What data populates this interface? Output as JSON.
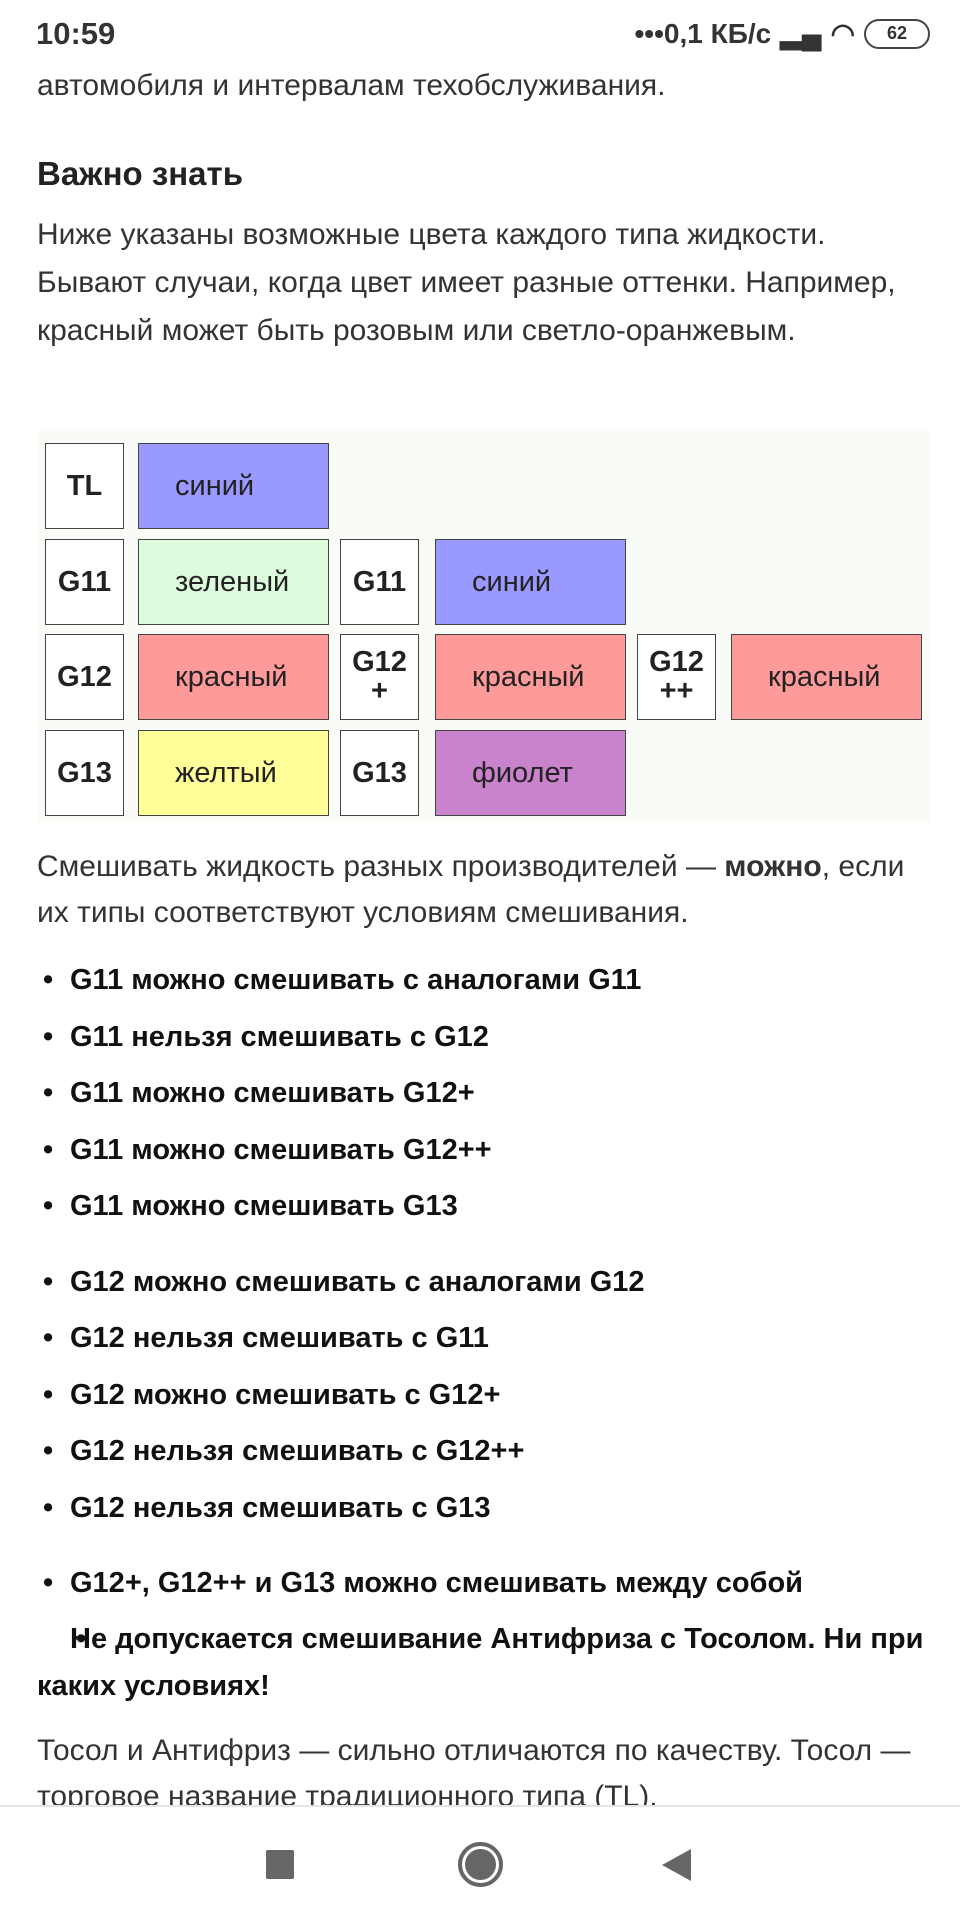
{
  "status": {
    "time": "10:59",
    "speed": "•••0,1 КБ/с",
    "battery": "62"
  },
  "article": {
    "intro_tail": "автомобиля и интервалам техобслуживания.",
    "heading": "Важно знать",
    "para1": "Ниже указаны возможные цвета каждого типа жидкости. Бывают случаи, когда цвет имеет разные оттенки. Например, красный может быть розовым или светло-оранжевым.",
    "table": {
      "r0": {
        "l1": "TL",
        "c1": "синий"
      },
      "r1": {
        "l1": "G11",
        "c1": "зеленый",
        "l2": "G11",
        "c2": "синий"
      },
      "r2": {
        "l1": "G12",
        "c1": "красный",
        "l2": "G12 +",
        "c2": "красный",
        "l3": "G12 ++",
        "c3": "красный"
      },
      "r3": {
        "l1": "G13",
        "c1": "желтый",
        "l2": "G13",
        "c2": "фиолет"
      }
    },
    "colors": {
      "blue": "#9999ff",
      "green": "#ddfcdd",
      "red": "#ff9a9a",
      "yellow": "#ffff99",
      "violet": "#c982cc"
    },
    "mix_pre": "Смешивать жидкость разных производителей — ",
    "mix_bold": "можно",
    "mix_post": ", если их типы соответствуют условиям смешивания.",
    "g11": [
      "G11 можно смешивать с аналогами G11",
      "G11 нельзя смешивать с G12",
      "G11 можно смешивать G12+",
      "G11 можно смешивать G12++",
      "G11 можно смешивать G13"
    ],
    "g12": [
      "G12 можно смешивать с аналогами G12",
      "G12 нельзя смешивать с G11",
      "G12 можно смешивать с G12+",
      "G12 нельзя смешивать с G12++",
      "G12 нельзя смешивать с G13"
    ],
    "other": [
      "G12+, G12++ и G13 можно смешивать между собой",
      "Не допускается смешивание Антифриза с Тосолом. Ни при каких условиях!"
    ],
    "last": "Тосол и Антифриз — сильно отличаются по качеству. Тосол — торговое название традиционного типа (TL)."
  }
}
